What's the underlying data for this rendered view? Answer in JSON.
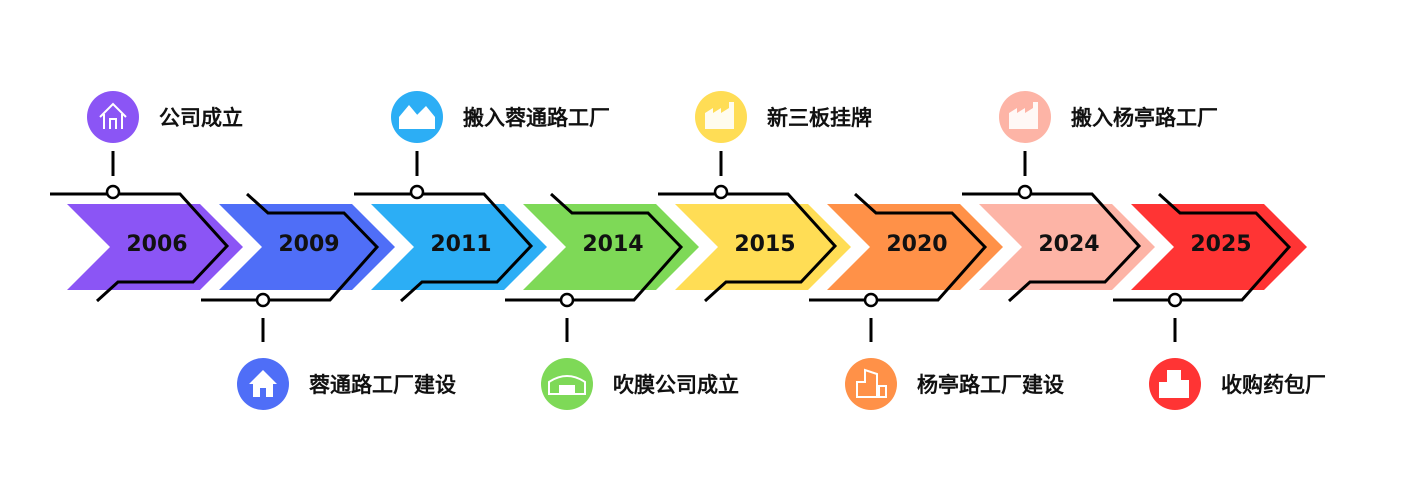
{
  "items": [
    {
      "year": "2006",
      "event": "公司成立",
      "position": "top",
      "color": "#8B55F5",
      "icon": "house-outline-icon"
    },
    {
      "year": "2009",
      "event": "蓉通路工厂建设",
      "position": "bottom",
      "color": "#4F6EF7",
      "icon": "house-icon"
    },
    {
      "year": "2011",
      "event": "搬入蓉通路工厂",
      "position": "top",
      "color": "#2CAEF5",
      "icon": "houses-icon"
    },
    {
      "year": "2014",
      "event": "吹膜公司成立",
      "position": "bottom",
      "color": "#7ED957",
      "icon": "warehouse-icon"
    },
    {
      "year": "2015",
      "event": "新三板挂牌",
      "position": "top",
      "color": "#FFDD55",
      "icon": "factory-icon"
    },
    {
      "year": "2020",
      "event": "杨亭路工厂建设",
      "position": "bottom",
      "color": "#FF9148",
      "icon": "building-icon"
    },
    {
      "year": "2024",
      "event": "搬入杨亭路工厂",
      "position": "top",
      "color": "#FDB4A6",
      "icon": "factory-icon"
    },
    {
      "year": "2025",
      "event": "收购药包厂",
      "position": "bottom",
      "color": "#FF3434",
      "icon": "skyscraper-icon"
    }
  ]
}
